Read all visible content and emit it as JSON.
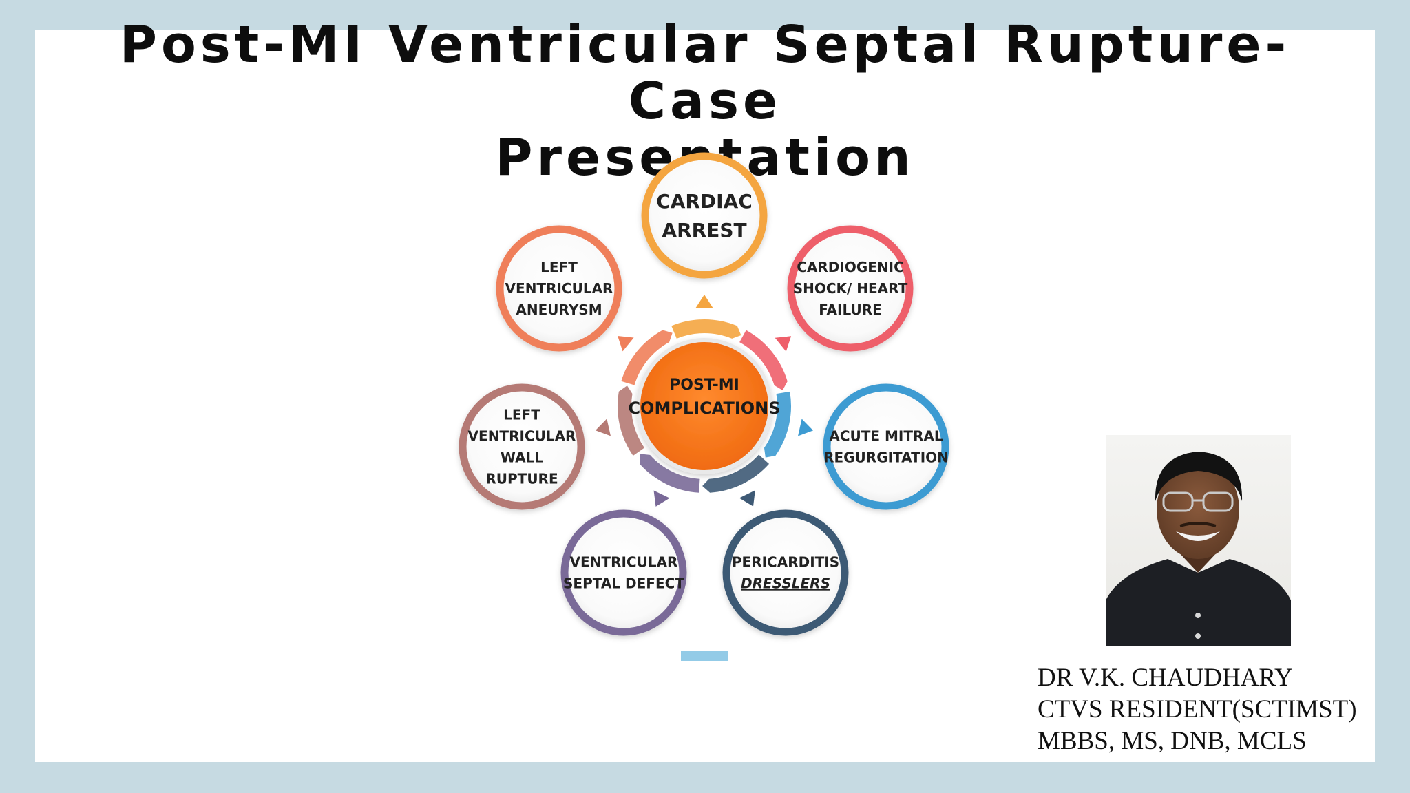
{
  "title": {
    "line1": "Post-MI Ventricular Septal Rupture- Case",
    "line2": "Presentation"
  },
  "diagram": {
    "center": {
      "line1": "POST-MI",
      "line2": "COMPLICATIONS",
      "color": "#f47b20"
    },
    "nodes": [
      {
        "key": "cardiac-arrest",
        "lines": [
          "CARDIAC",
          "ARREST"
        ],
        "color": "#f4a540"
      },
      {
        "key": "cardiogenic-shock",
        "lines": [
          "CARDIOGENIC",
          "SHOCK/ HEART",
          "FAILURE"
        ],
        "color": "#ee5f6a"
      },
      {
        "key": "acute-mitral-regurgitation",
        "lines": [
          "ACUTE MITRAL",
          "REGURGITATION"
        ],
        "color": "#3d9bd2"
      },
      {
        "key": "pericarditis",
        "lines": [
          "PERICARDITIS",
          "DRESSLERS"
        ],
        "italic_underline_line": 1,
        "color": "#3e5a75"
      },
      {
        "key": "ventricular-septal-defect",
        "lines": [
          "VENTRICULAR",
          "SEPTAL DEFECT"
        ],
        "color": "#7a6a98"
      },
      {
        "key": "lv-wall-rupture",
        "lines": [
          "LEFT",
          "VENTRICULAR",
          "WALL",
          "RUPTURE"
        ],
        "color": "#b57a74"
      },
      {
        "key": "lv-aneurysm",
        "lines": [
          "LEFT",
          "VENTRICULAR",
          "ANEURYSM"
        ],
        "color": "#ef7f5a"
      }
    ],
    "progress_bar_color": "#93cbe7"
  },
  "presenter": {
    "name": "DR V.K. CHAUDHARY",
    "position": "CTVS RESIDENT(SCTIMST)",
    "degrees": "MBBS, MS, DNB, MCLS"
  }
}
